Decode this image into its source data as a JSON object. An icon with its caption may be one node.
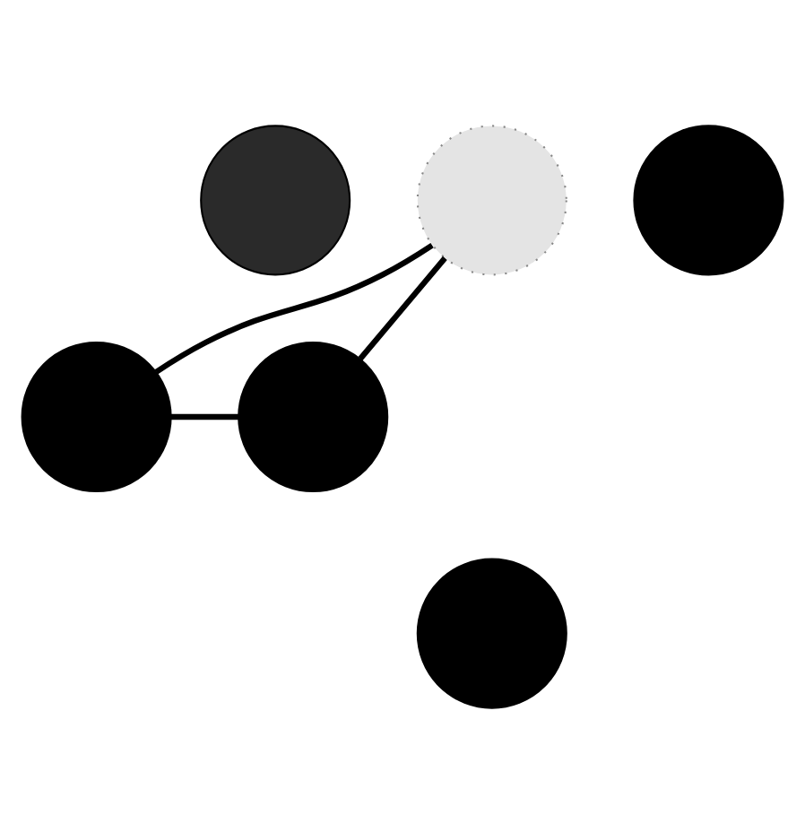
{
  "diagram": {
    "nodes": [
      {
        "text": [],
        "shape": "circle"
      },
      {
        "text": [],
        "shape": "circle"
      },
      {
        "text": [],
        "shape": "circle"
      },
      {
        "text": [],
        "shape": "circle"
      },
      {
        "text": [],
        "shape": "circle"
      },
      {
        "text": [],
        "shape": "circle"
      }
    ],
    "edges": [
      {
        "from": 0,
        "to": 3,
        "arrow": "none"
      },
      {
        "from": 0,
        "to": 4,
        "arrow": "none"
      },
      {
        "from": 3,
        "to": 4,
        "arrow": "none"
      }
    ]
  }
}
